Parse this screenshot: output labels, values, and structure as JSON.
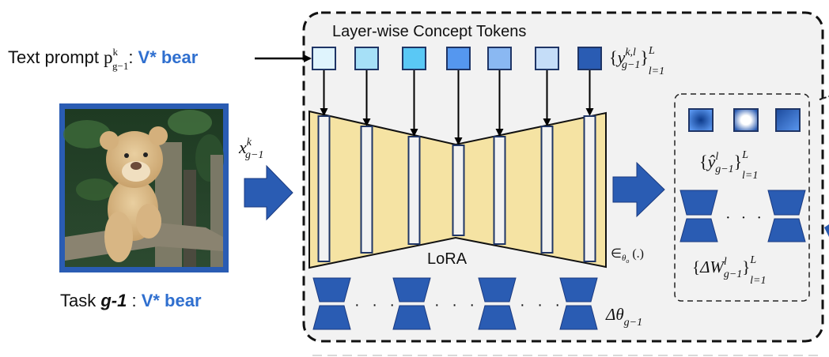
{
  "prompt": {
    "prefix": "Text prompt ",
    "symbol": "p",
    "sup": "k",
    "sub": "g−1",
    "colon": ":",
    "concept": "V* bear"
  },
  "task": {
    "prefix": "Task ",
    "id": "g-1",
    "sep": " : ",
    "concept": "V* bear"
  },
  "image": {
    "description": "Teddy bear sitting on a wooden fence",
    "input_label_base": "x",
    "input_label_sup": "k",
    "input_label_sub": "g−1"
  },
  "main_panel": {
    "title": "Layer-wise Concept Tokens",
    "token_colors": [
      "#dff4fd",
      "#a6e0f7",
      "#5ac8f5",
      "#5597ef",
      "#8ab8f2",
      "#c5ddf8",
      "#2a5cb3"
    ],
    "token_set_label": {
      "open": "{",
      "base": "y",
      "sup": "k,l",
      "sub": "g−1",
      "close": "}",
      "upper": "L",
      "lower": "l=1"
    },
    "unet_label": "LoRA",
    "model_label": {
      "base": "∈",
      "sub": "θ",
      "subsub": "o",
      "args": " (.)"
    },
    "lora_label": {
      "base": "Δθ",
      "sub": "g−1"
    },
    "dots": "· · ·"
  },
  "output_panel": {
    "token_set_label": {
      "open": "{",
      "base": "ŷ",
      "sup": "l",
      "sub": "g−1",
      "close": "}",
      "upper": "L",
      "lower": "l=1"
    },
    "weights_label": {
      "open": "{",
      "base": "ΔW",
      "sup": "l",
      "sub": "g−1",
      "close": "}",
      "upper": "L",
      "lower": "l=1"
    },
    "dots": "· · ·"
  },
  "colors": {
    "accent_blue": "#2a5cb3",
    "text_blue": "#2f6fcf",
    "unet_fill": "#f5e3a3",
    "panel_bg": "#f2f2f2",
    "bar_fill": "#f2f2f2",
    "bar_stroke": "#1f3566"
  }
}
